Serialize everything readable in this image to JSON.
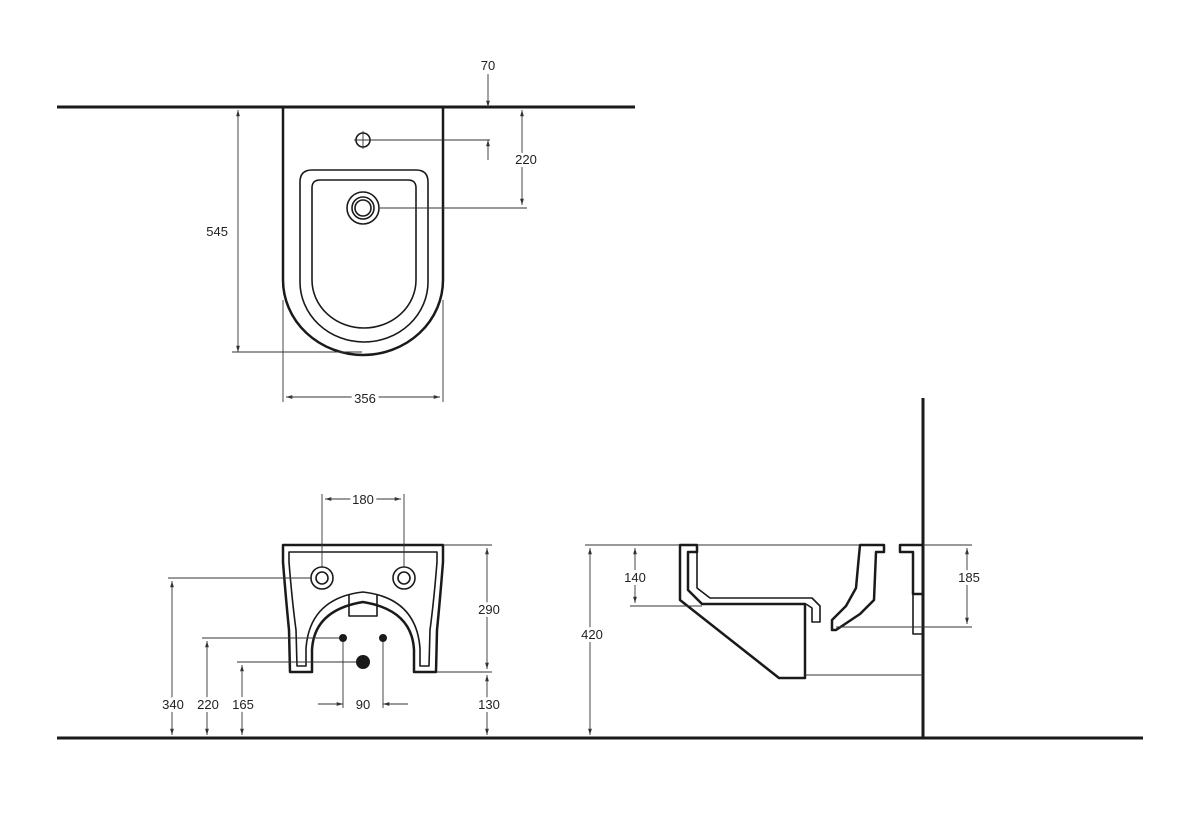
{
  "top_view": {
    "dim_depth": "545",
    "dim_width": "356",
    "dim_tap_hole": "70",
    "dim_waste": "220"
  },
  "front_view": {
    "dim_fixing_spacing": "180",
    "dim_height": "290",
    "dim_bottom_gap": "130",
    "dim_fixing_height": "340",
    "dim_supply_height": "220",
    "dim_waste_height": "165",
    "dim_supply_spacing": "90"
  },
  "side_view": {
    "dim_bowl_depth": "140",
    "dim_rim_height": "420",
    "dim_wall_depth": "185"
  }
}
